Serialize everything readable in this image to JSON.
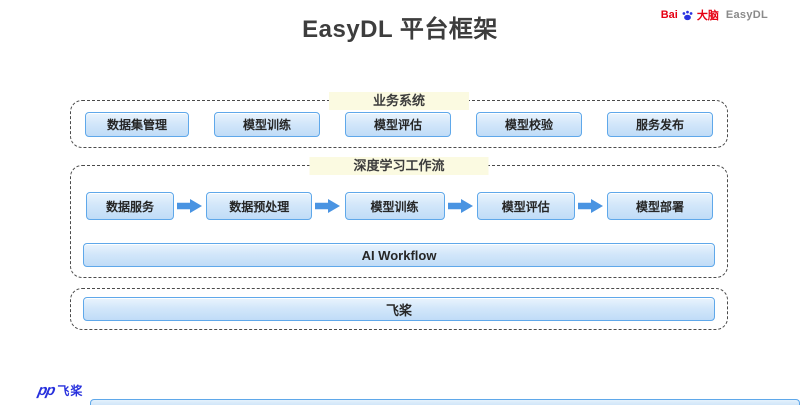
{
  "title": "EasyDL 平台框架",
  "brand": {
    "prefix": "Bai",
    "paw_icon": "paw-icon",
    "suffix": "大脑",
    "product": "EasyDL",
    "red": "#e60012",
    "blue": "#2932e1",
    "gray": "#8a8a8a"
  },
  "sections": [
    {
      "label": "业务系统",
      "boxes": [
        "数据集管理",
        "模型训练",
        "模型评估",
        "模型校验",
        "服务发布"
      ]
    },
    {
      "label": "深度学习工作流",
      "flow": [
        "数据服务",
        "数据预处理",
        "模型训练",
        "模型评估",
        "模型部署"
      ],
      "bar": "AI Workflow"
    },
    {
      "bar": "飞桨"
    }
  ],
  "footer": {
    "logo_glyph": "pp",
    "logo_text": "飞桨"
  },
  "colors": {
    "box_border": "#5fa8ea",
    "box_fill_top": "#eaf4fd",
    "box_fill_bottom": "#c0dcf7",
    "dashed_border": "#4a4a4a",
    "label_background": "#fbfae1",
    "arrow": "#4a94e2",
    "title_text": "#3d3d3d",
    "paddle_blue": "#2730dd"
  }
}
